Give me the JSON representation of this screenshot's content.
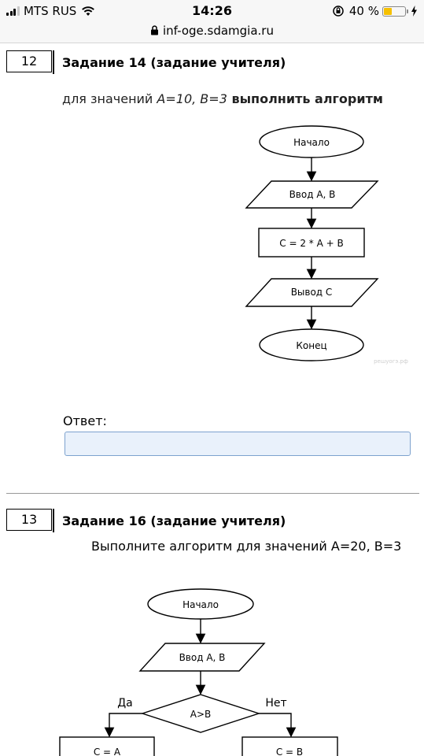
{
  "status_bar": {
    "carrier": "MTS RUS",
    "time": "14:26",
    "battery_text": "40 %",
    "battery_level_percent": 40
  },
  "url_bar": {
    "url": "inf-oge.sdamgia.ru"
  },
  "tasks": [
    {
      "number": "12",
      "title": "Задание 14  (задание учителя)",
      "prompt_parts": {
        "before": "для значений ",
        "vars": "A=10, B=3",
        "after": " выполнить алгоритм"
      },
      "flowchart": {
        "start": "Начало",
        "input": "Ввод А, В",
        "process": "C = 2 * A + B",
        "output": "Вывод С",
        "end": "Конец",
        "watermark": "решуогэ.рф"
      },
      "answer_label": "Ответ:",
      "answer_value": ""
    },
    {
      "number": "13",
      "title": "Задание 16  (задание учителя)",
      "prompt": "Выполните алгоритм для значений А=20, В=3",
      "flowchart": {
        "start": "Начало",
        "input": "Ввод А, В",
        "condition": "A>B",
        "yes_label": "Да",
        "no_label": "Нет",
        "yes_branch": "C = A",
        "no_branch": "C = B"
      }
    }
  ],
  "colors": {
    "bar_bg": "#f7f7f7",
    "answer_border": "#7da2ce",
    "answer_bg": "#e9f1fb",
    "battery_fill": "#f6c000"
  }
}
